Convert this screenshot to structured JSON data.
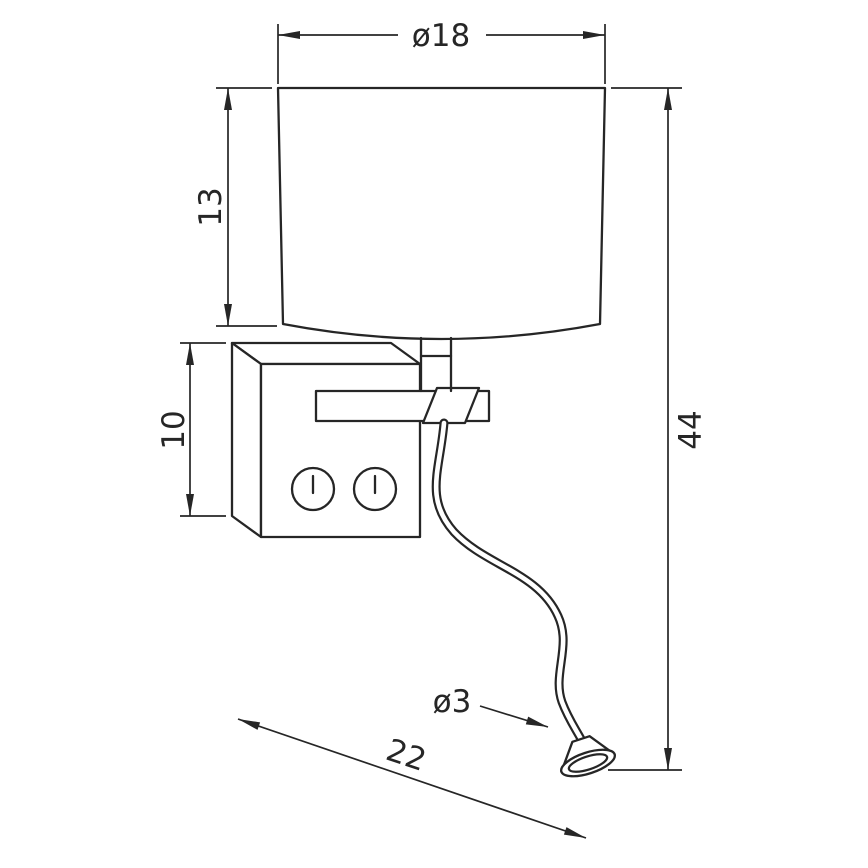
{
  "diagram": {
    "background_color": "#ffffff",
    "line_color": "#262626",
    "dimension_labels": {
      "shade_diameter": "ø18",
      "shade_height": "13",
      "wall_box_height": "10",
      "total_height": "44",
      "depth": "22",
      "led_head_diameter": "ø3"
    },
    "parts": {
      "shade": "cylindrical-lamp-shade",
      "wall_box": "wall-mounting-box",
      "switches": "two-round-toggle-switches",
      "arm": "horizontal-support-arm",
      "flex_arm": "flexible-gooseneck-reading-arm",
      "led_head": "conical-led-reading-head"
    }
  }
}
